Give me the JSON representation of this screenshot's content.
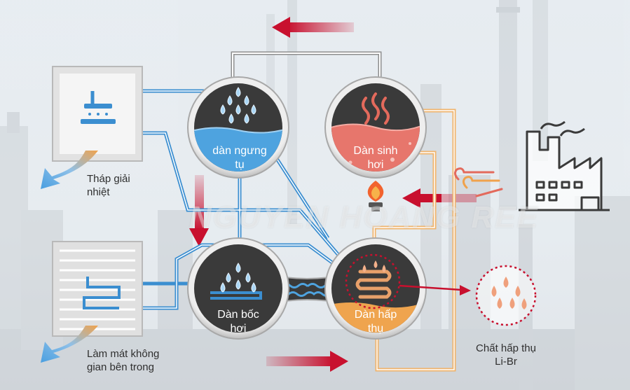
{
  "labels": {
    "condenser": [
      "dàn ngưng",
      "tụ"
    ],
    "generator": [
      "Dàn sinh",
      "hơi"
    ],
    "evaporator": [
      "Dàn bốc",
      "hơi"
    ],
    "absorber": [
      "Dàn hấp",
      "thụ"
    ],
    "cooling_tower": [
      "Tháp giải",
      "nhiệt"
    ],
    "indoor_cooling": [
      "Làm mát không",
      "gian bên trong"
    ],
    "absorbent": [
      "Chất hấp thụ",
      "Li-Br"
    ]
  },
  "watermark": "NGUYEN HOANG REE",
  "colors": {
    "cold_line": "#3b8ed0",
    "hot_line": "#f0b46c",
    "arrow_red": "#c8102e",
    "chamber_dark": "#3d3d3d",
    "water_blue": "#4ea3df",
    "solution_pink": "#e7766c",
    "solution_orange": "#efa44e",
    "vapor_link": "#9a9a9a"
  },
  "icons": [
    "water-drops-icon",
    "heat-waves-icon",
    "flame-burner-icon",
    "factory-icon",
    "wind-icon",
    "spray-nozzle-icon",
    "coil-icon"
  ]
}
